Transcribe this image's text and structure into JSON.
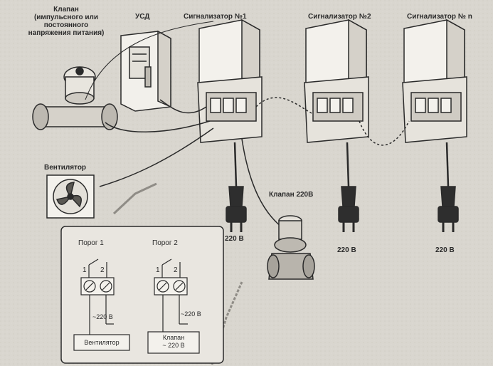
{
  "labels": {
    "valve_pulse": "Клапан\n(импульсного или\nпостоянного\nнапряжения питания)",
    "usd": "УСД",
    "alarm_1": "Сигнализатор №1",
    "alarm_2": "Сигнализатор №2",
    "alarm_n": "Сигнализатор № n",
    "fan": "Вентилятор",
    "valve_220": "Клапан 220В",
    "plug_1_voltage": "220 В",
    "plug_2_voltage": "220 В",
    "plug_n_voltage": "220 В"
  },
  "inset": {
    "threshold_1": {
      "title": "Порог 1",
      "contact_1": "1",
      "contact_2": "2",
      "supply": "~220 В",
      "load": "Вентилятор"
    },
    "threshold_2": {
      "title": "Порог 2",
      "contact_1": "1",
      "contact_2": "2",
      "supply": "~220 В",
      "load": "Клапан\n~ 220 В"
    }
  }
}
